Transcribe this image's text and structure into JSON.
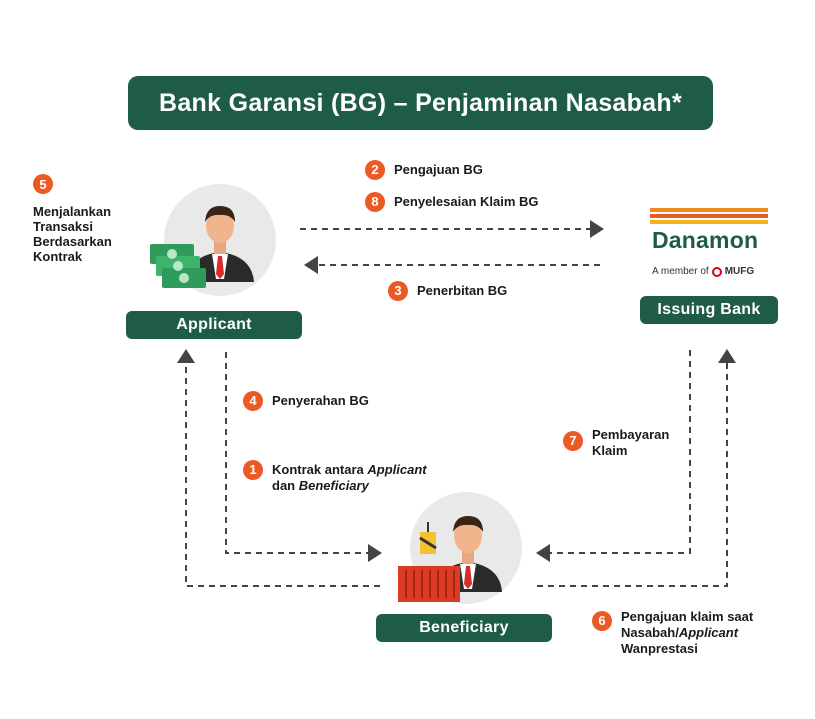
{
  "title": "Bank Garansi (BG) – Penjaminan Nasabah*",
  "nodes": {
    "applicant": "Applicant",
    "issuing_bank": "Issuing Bank",
    "beneficiary": "Beneficiary"
  },
  "bank": {
    "brand": "Danamon",
    "member_prefix": "A member of",
    "group": "MUFG"
  },
  "steps": {
    "s1": {
      "num": "1",
      "line1_a": "Kontrak antara ",
      "line1_b": "Applicant",
      "line2_a": "dan ",
      "line2_b": "Beneficiary"
    },
    "s2": {
      "num": "2",
      "text": "Pengajuan BG"
    },
    "s3": {
      "num": "3",
      "text": "Penerbitan BG"
    },
    "s4": {
      "num": "4",
      "text": "Penyerahan BG"
    },
    "s5": {
      "num": "5",
      "lines": [
        "Menjalankan",
        "Transaksi",
        "Berdasarkan",
        "Kontrak"
      ]
    },
    "s6": {
      "num": "6",
      "line1": "Pengajuan klaim saat",
      "line2_a": "Nasabah/",
      "line2_b": "Applicant",
      "line3": "Wanprestasi"
    },
    "s7": {
      "num": "7",
      "lines": [
        "Pembayaran",
        "Klaim"
      ]
    },
    "s8": {
      "num": "8",
      "text": "Penyelesaian Klaim BG"
    }
  },
  "colors": {
    "primary_green": "#1f5c48",
    "accent_orange": "#ec5a24",
    "arrow": "#444444"
  },
  "icons": [
    "businessman-icon",
    "money-stack-icon",
    "cargo-container-icon",
    "crane-hook-icon",
    "mufg-logo-icon"
  ]
}
